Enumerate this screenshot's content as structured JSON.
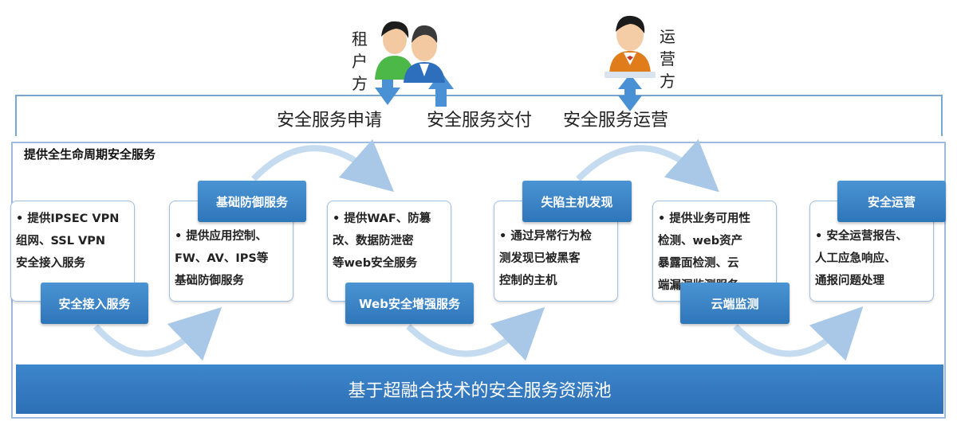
{
  "roles": {
    "tenant": "租户方",
    "operator": "运营方"
  },
  "top_labels": {
    "apply": "安全服务申请",
    "deliver": "安全服务交付",
    "operate": "安全服务运营"
  },
  "frame_title": "提供全生命周期安全服务",
  "stages": [
    {
      "label": "安全接入服务",
      "lines": [
        "• 提供IPSEC VPN",
        "组网、SSL VPN",
        "安全接入服务"
      ]
    },
    {
      "label": "基础防御服务",
      "lines": [
        "• 提供应用控制、",
        "FW、AV、IPS等",
        "基础防御服务"
      ]
    },
    {
      "label": "Web安全增强服务",
      "lines": [
        "• 提供WAF、防篡",
        "改、数据防泄密",
        "等web安全服务"
      ]
    },
    {
      "label": "失陷主机发现",
      "lines": [
        "• 通过异常行为检",
        "测发现已被黑客",
        "控制的主机"
      ]
    },
    {
      "label": "云端监测",
      "lines": [
        "• 提供业务可用性",
        "检测、web资产",
        "暴露面检测、云",
        "端漏洞监测服务"
      ]
    },
    {
      "label": "安全运营",
      "lines": [
        "• 安全运营报告、",
        "人工应急响应、",
        "通报问题处理"
      ]
    }
  ],
  "pool": "基于超融合技术的安全服务资源池",
  "colors": {
    "accent_blue": "#2e76ba",
    "frame_blue": "#9bbbe0",
    "arc_blue": "#bcd4ec"
  }
}
